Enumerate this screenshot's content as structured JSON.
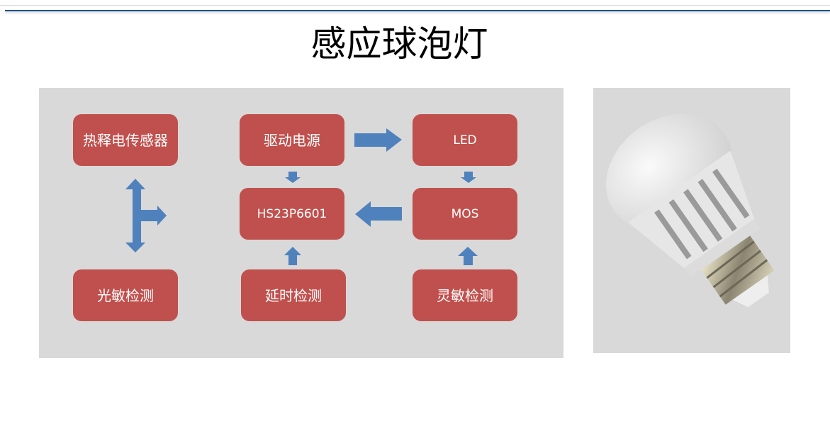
{
  "title": "感应球泡灯",
  "diagram": {
    "nodes": {
      "pir_sensor": "热释电传感器",
      "driver_power": "驱动电源",
      "led": "LED",
      "chip": "HS23P6601",
      "mos": "MOS",
      "light_detect": "光敏检测",
      "delay_detect": "延时检测",
      "sensitivity_detect": "灵敏检测"
    },
    "colors": {
      "box": "#c0504d",
      "arrow": "#4f81bd",
      "panel": "#d9d9d9"
    }
  }
}
